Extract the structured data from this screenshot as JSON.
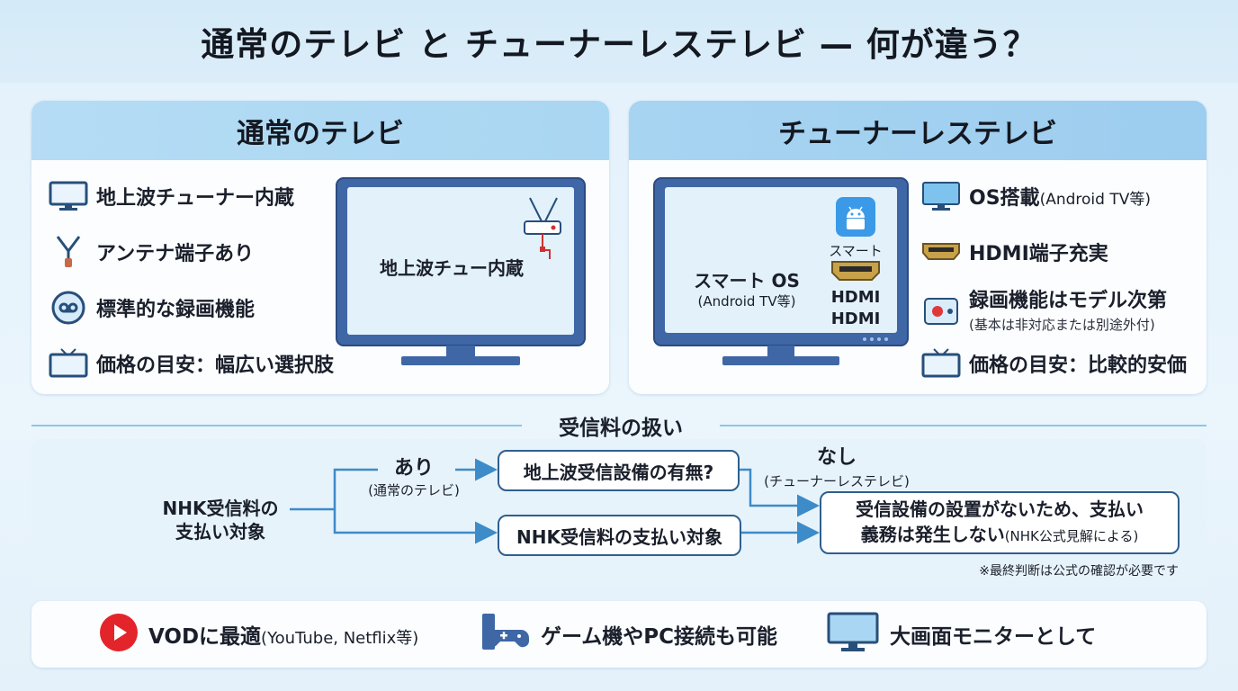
{
  "title": "通常のテレビ と チューナーレステレビ — 何が違う？",
  "left_panel": {
    "heading": "通常のテレビ",
    "features": [
      {
        "icon": "tv-icon",
        "text": "地上波チューナー内蔵"
      },
      {
        "icon": "antenna-icon",
        "text": "アンテナ端子あり"
      },
      {
        "icon": "recorder-icon",
        "text": "標準的な録画機能"
      },
      {
        "icon": "tv-icon",
        "text": "価格の目安：幅広い選択肢"
      }
    ],
    "screen_label": "地上波チュー内蔵"
  },
  "right_panel": {
    "heading": "チューナーレステレビ",
    "screen_label_main": "スマート OS",
    "screen_label_sub": "(Android TV等)",
    "screen_app_label": "スマート",
    "screen_hdmi_1": "HDMI",
    "screen_hdmi_2": "HDMI",
    "features": [
      {
        "icon": "monitor-icon",
        "text_main": "OS搭載",
        "text_small": "(Android TV等)"
      },
      {
        "icon": "hdmi-icon",
        "text_main": "HDMI端子充実"
      },
      {
        "icon": "record-button-icon",
        "text_main": "録画機能はモデル次第",
        "sub": "(基本は非対応または別途外付)"
      },
      {
        "icon": "tv-icon",
        "text_main": "価格の目安：比較的安価"
      }
    ]
  },
  "fee_section": {
    "title": "受信料の扱い",
    "start_line1": "NHK受信料の",
    "start_line2": "支払い対象",
    "branch_yes": "あり",
    "branch_yes_sub": "(通常のテレビ)",
    "question": "地上波受信設備の有無?",
    "branch_no": "なし",
    "branch_no_sub": "(チューナーレステレビ)",
    "result_yes": "NHK受信料の支払い対象",
    "result_no_line1": "受信設備の設置がないため、支払い",
    "result_no_line2": "義務は発生しない",
    "result_no_small": "(NHK公式見解による)",
    "note": "※最終判断は公式の確認が必要です"
  },
  "bottom": {
    "items": [
      {
        "icon": "youtube-play-icon",
        "text": "VODに最適",
        "small": "(YouTube, Netflix等)"
      },
      {
        "icon": "gamepad-icon",
        "text": "ゲーム機やPC接続も可能"
      },
      {
        "icon": "monitor-icon",
        "text": "大画面モニターとして"
      }
    ]
  },
  "colors": {
    "accent_blue": "#2f5f8f",
    "header_light": "#b5dcf4",
    "arrow_blue": "#3d8bc8",
    "youtube_red": "#e3242b",
    "hdmi_gold": "#c8a24a"
  }
}
